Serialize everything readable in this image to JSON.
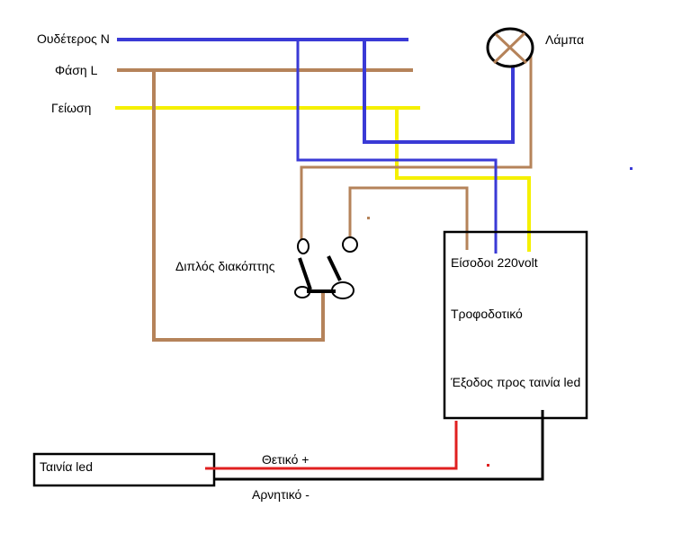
{
  "labels": {
    "neutral": "Ουδέτερος N",
    "phase": "Φάση L",
    "ground": "Γείωση",
    "lamp": "Λάμπα",
    "double_switch": "Διπλός διακόπτης",
    "psu_input": "Είσοδοι 220volt",
    "psu": "Τροφοδοτικό",
    "psu_output": "Έξοδος προς ταινία led",
    "led_strip": "Ταινία led",
    "positive": "Θετικό +",
    "negative": "Αρνητικό -"
  },
  "colors": {
    "neutral": "#3a3ad6",
    "phase": "#b5835a",
    "ground": "#f5f000",
    "positive": "#e02020",
    "negative": "#000000",
    "box": "#000000",
    "lamp_cross": "#b5835a"
  }
}
